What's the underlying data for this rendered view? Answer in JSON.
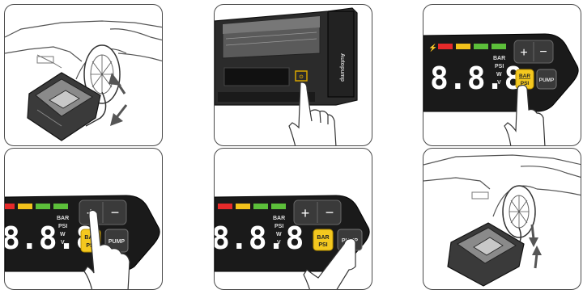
{
  "steps": [
    {
      "id": 1,
      "desc": "attach hose to tire valve"
    },
    {
      "id": 2,
      "desc": "press power button"
    },
    {
      "id": 3,
      "desc": "press unit button"
    },
    {
      "id": 4,
      "desc": "press plus button"
    },
    {
      "id": 5,
      "desc": "press pump button"
    },
    {
      "id": 6,
      "desc": "remove hose from tire valve"
    }
  ],
  "panel": {
    "display_digits": "8.8.8",
    "unit_bar": "BAR",
    "unit_psi": "PSI",
    "unit_w": "W",
    "unit_v": "V",
    "unit_button_top": "BAR",
    "unit_button_bottom": "PSI",
    "pump_label": "PUMP",
    "plus_label": "+",
    "minus_label": "−",
    "power_symbol": "⚡"
  },
  "device_brand": "Autopump",
  "colors": {
    "panel_bg": "#1a1a1a",
    "led_red": "#e62a2a",
    "led_yellow": "#f2c21b",
    "led_green": "#5cbf3a",
    "button_yellow": "#f4c81f",
    "stroke": "#333333"
  }
}
